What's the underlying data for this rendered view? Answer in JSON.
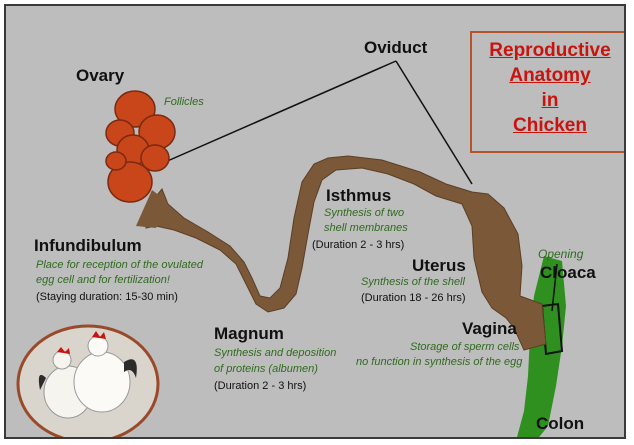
{
  "title": [
    "Reproductive",
    "Anatomy",
    "in",
    "Chicken"
  ],
  "labels": {
    "oviduct": "Oviduct",
    "ovary": "Ovary",
    "follicles": "Follicles",
    "infundibulum": "Infundibulum",
    "infundibulum_desc_1": "Place for reception of the ovulated",
    "infundibulum_desc_2": "egg cell and for fertilization!",
    "infundibulum_duration": "(Staying duration: 15-30 min)",
    "magnum": "Magnum",
    "magnum_desc_1": "Synthesis and deposition",
    "magnum_desc_2": "of proteins (albumen)",
    "magnum_duration": "(Duration  2 - 3 hrs)",
    "isthmus": "Isthmus",
    "isthmus_desc_1": "Synthesis of two",
    "isthmus_desc_2": "shell membranes",
    "isthmus_duration": "(Duration  2 - 3 hrs)",
    "uterus": "Uterus",
    "uterus_desc": "Synthesis of the shell",
    "uterus_duration": "(Duration 18 - 26 hrs)",
    "vagina": "Vagina",
    "vagina_desc_1": "Storage of sperm cells",
    "vagina_desc_2": "no function in synthesis of the egg",
    "opening": "Opening",
    "cloaca": "Cloaca",
    "colon": "Colon"
  },
  "colors": {
    "background": "#bdbdbd",
    "oviduct": "#7a5838",
    "ovary": "#c8461a",
    "colon": "#2f8f1f",
    "title": "#c8140f",
    "description": "#2f6b1e"
  }
}
